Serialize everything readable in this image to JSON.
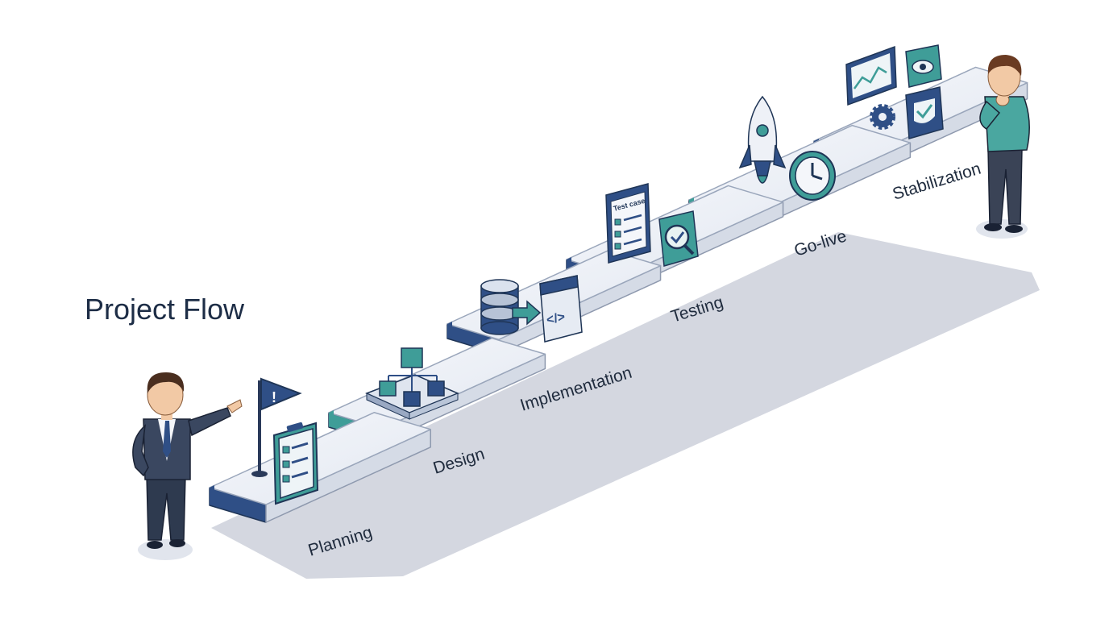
{
  "title": "Project Flow",
  "steps": [
    {
      "label": "Planning",
      "icons": [
        "flag-icon",
        "checklist-clipboard-icon"
      ]
    },
    {
      "label": "Design",
      "icons": [
        "module-diagram-icon"
      ]
    },
    {
      "label": "Implementation",
      "icons": [
        "database-icon",
        "arrow-right-icon",
        "code-window-icon"
      ]
    },
    {
      "label": "Testing",
      "icons": [
        "test-case-document-icon",
        "magnifier-check-icon"
      ],
      "doc_title": "Test case"
    },
    {
      "label": "Go-live",
      "icons": [
        "rocket-icon",
        "clock-icon"
      ]
    },
    {
      "label": "Stabilization",
      "icons": [
        "monitoring-chart-icon",
        "eye-icon",
        "gear-icon",
        "shield-check-icon"
      ]
    }
  ],
  "people": [
    {
      "role": "presenter",
      "pose": "pointing"
    },
    {
      "role": "observer",
      "pose": "thinking"
    }
  ],
  "colors": {
    "navy": "#2f4f86",
    "teal": "#3f9d98",
    "platform_top": "#eef1f7",
    "shadow": "#c6cad6",
    "title_text": "#1d2d46"
  }
}
